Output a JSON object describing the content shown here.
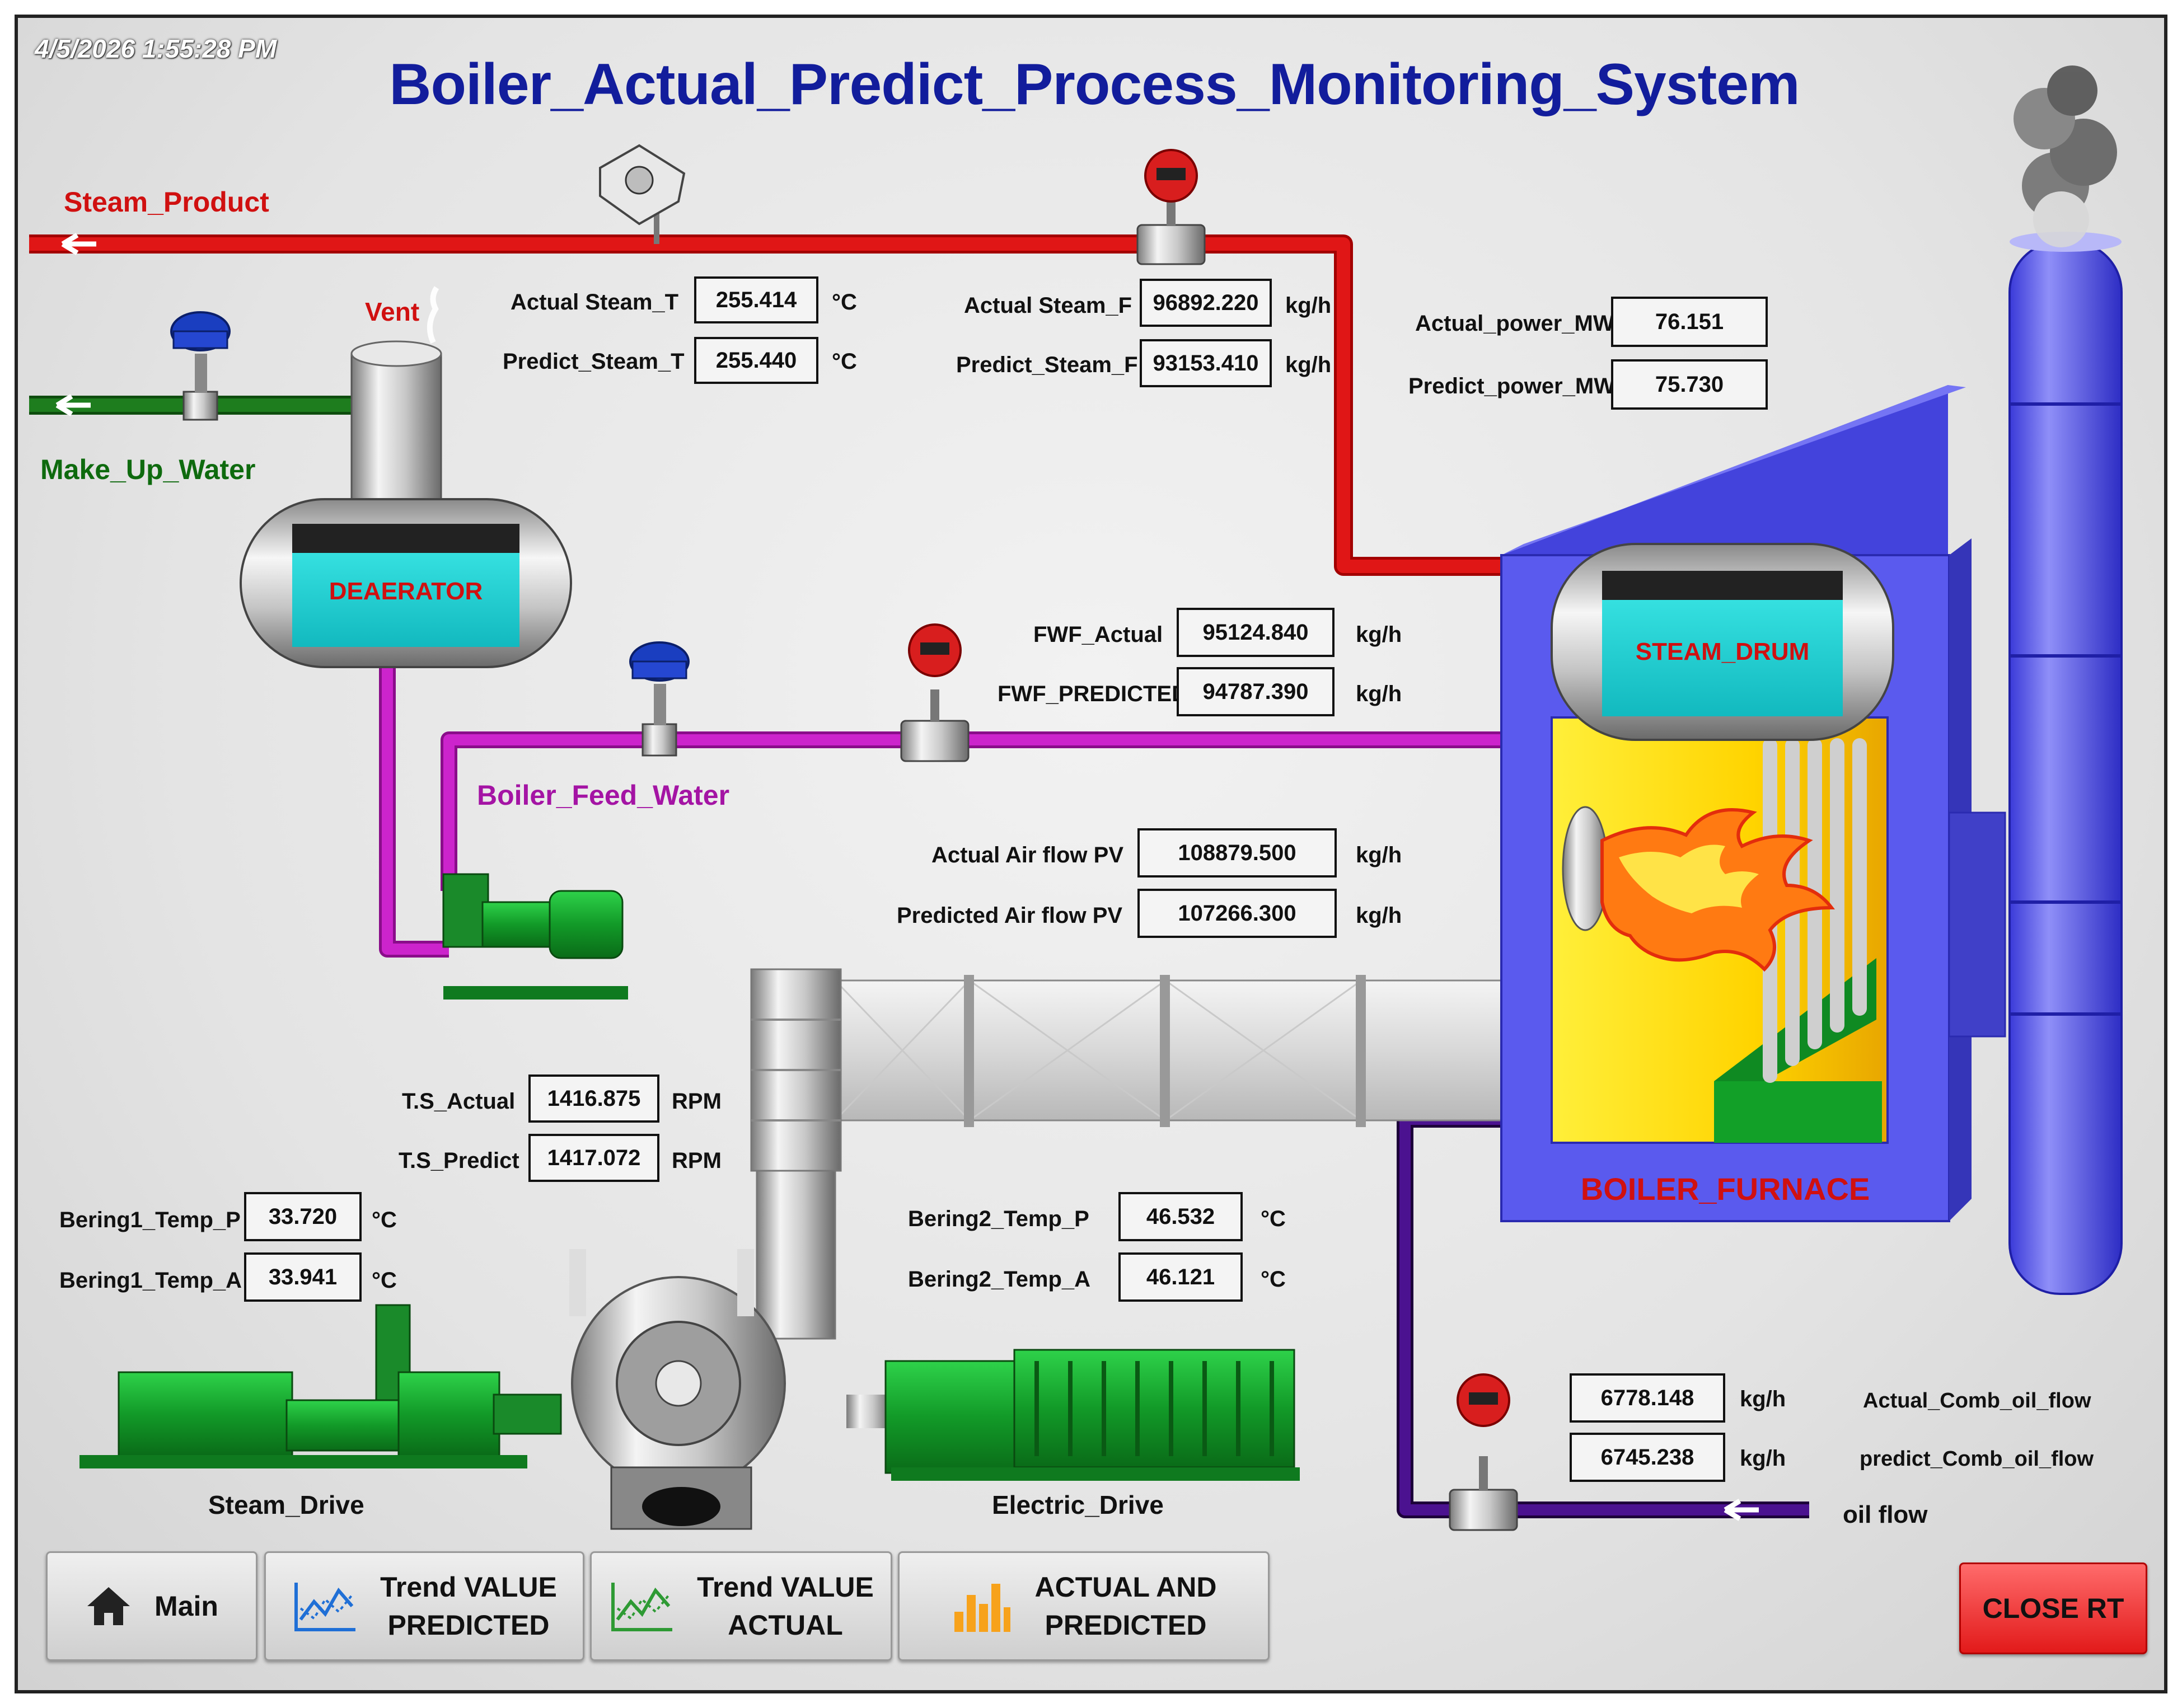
{
  "header": {
    "datetime": "4/5/2026 1:55:28 PM",
    "title": "Boiler_Actual_Predict_Process_Monitoring_System"
  },
  "pipes": {
    "steam_product": "Steam_Product",
    "vent": "Vent",
    "make_up_water": "Make_Up_Water",
    "boiler_feed_water": "Boiler_Feed_Water",
    "oil_flow": "oil flow"
  },
  "equipment": {
    "deaerator": "DEAERATOR",
    "steam_drum": "STEAM_DRUM",
    "boiler_furnace": "BOILER_FURNACE",
    "steam_drive": "Steam_Drive",
    "electric_drive": "Electric_Drive"
  },
  "readings": {
    "steam_t": {
      "actual_label": "Actual Steam_T",
      "actual_value": "255.414",
      "predict_label": "Predict_Steam_T",
      "predict_value": "255.440",
      "unit": "°C"
    },
    "steam_f": {
      "actual_label": "Actual Steam_F",
      "actual_value": "96892.220",
      "predict_label": "Predict_Steam_F",
      "predict_value": "93153.410",
      "unit": "kg/h"
    },
    "power": {
      "actual_label": "Actual_power_MW",
      "actual_value": "76.151",
      "predict_label": "Predict_power_MW",
      "predict_value": "75.730"
    },
    "fwf": {
      "actual_label": "FWF_Actual",
      "actual_value": "95124.840",
      "predict_label": "FWF_PREDICTED",
      "predict_value": "94787.390",
      "unit": "kg/h"
    },
    "air_flow": {
      "actual_label": "Actual Air flow PV",
      "actual_value": "108879.500",
      "predict_label": "Predicted Air flow PV",
      "predict_value": "107266.300",
      "unit": "kg/h"
    },
    "turbine_speed": {
      "actual_label": "T.S_Actual",
      "actual_value": "1416.875",
      "predict_label": "T.S_Predict",
      "predict_value": "1417.072",
      "unit": "RPM"
    },
    "bearing1": {
      "predict_label": "Bering1_Temp_P",
      "predict_value": "33.720",
      "actual_label": "Bering1_Temp_A",
      "actual_value": "33.941",
      "unit": "°C"
    },
    "bearing2": {
      "predict_label": "Bering2_Temp_P",
      "predict_value": "46.532",
      "actual_label": "Bering2_Temp_A",
      "actual_value": "46.121",
      "unit": "°C"
    },
    "comb_oil": {
      "actual_value": "6778.148",
      "actual_label": "Actual_Comb_oil_flow",
      "predict_value": "6745.238",
      "predict_label": "predict_Comb_oil_flow",
      "unit": "kg/h"
    }
  },
  "nav": {
    "main": "Main",
    "trend_predicted_1": "Trend VALUE",
    "trend_predicted_2": "PREDICTED",
    "trend_actual_1": "Trend VALUE",
    "trend_actual_2": "ACTUAL",
    "actual_predicted_1": "ACTUAL AND",
    "actual_predicted_2": "PREDICTED",
    "close": "CLOSE RT"
  },
  "icons": [
    "home-icon",
    "trend-chart-icon",
    "trend-chart-icon",
    "bar-chart-icon"
  ],
  "colors": {
    "title": "#121d9c",
    "steam_pipe": "#e01616",
    "makeup_pipe": "#1e7d1e",
    "feed_pipe": "#c51ec5",
    "oil_pipe": "#3a0a6e",
    "boiler": "#5a5aee",
    "close_button": "#e62222"
  }
}
